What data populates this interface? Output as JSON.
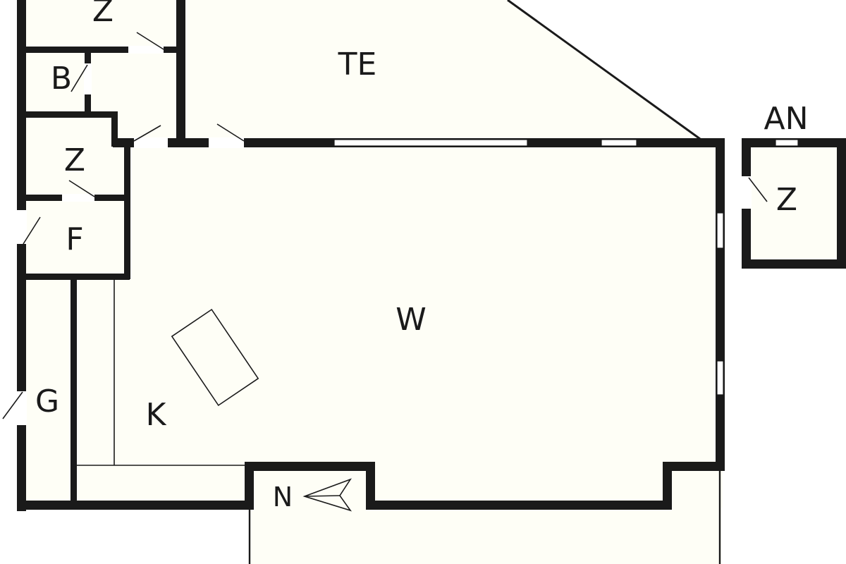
{
  "plan": {
    "rooms": {
      "top_left": "Z",
      "bath": "B",
      "mid_left": "Z",
      "left_f": "F",
      "left_g": "G",
      "kitchen": "K",
      "living": "W",
      "terrace": "TE",
      "annex": "AN",
      "annex_room": "Z",
      "entry": "N"
    }
  },
  "colors": {
    "wall": "#1a1a1a",
    "floor": "#fefef6",
    "background": "#ffffff"
  }
}
